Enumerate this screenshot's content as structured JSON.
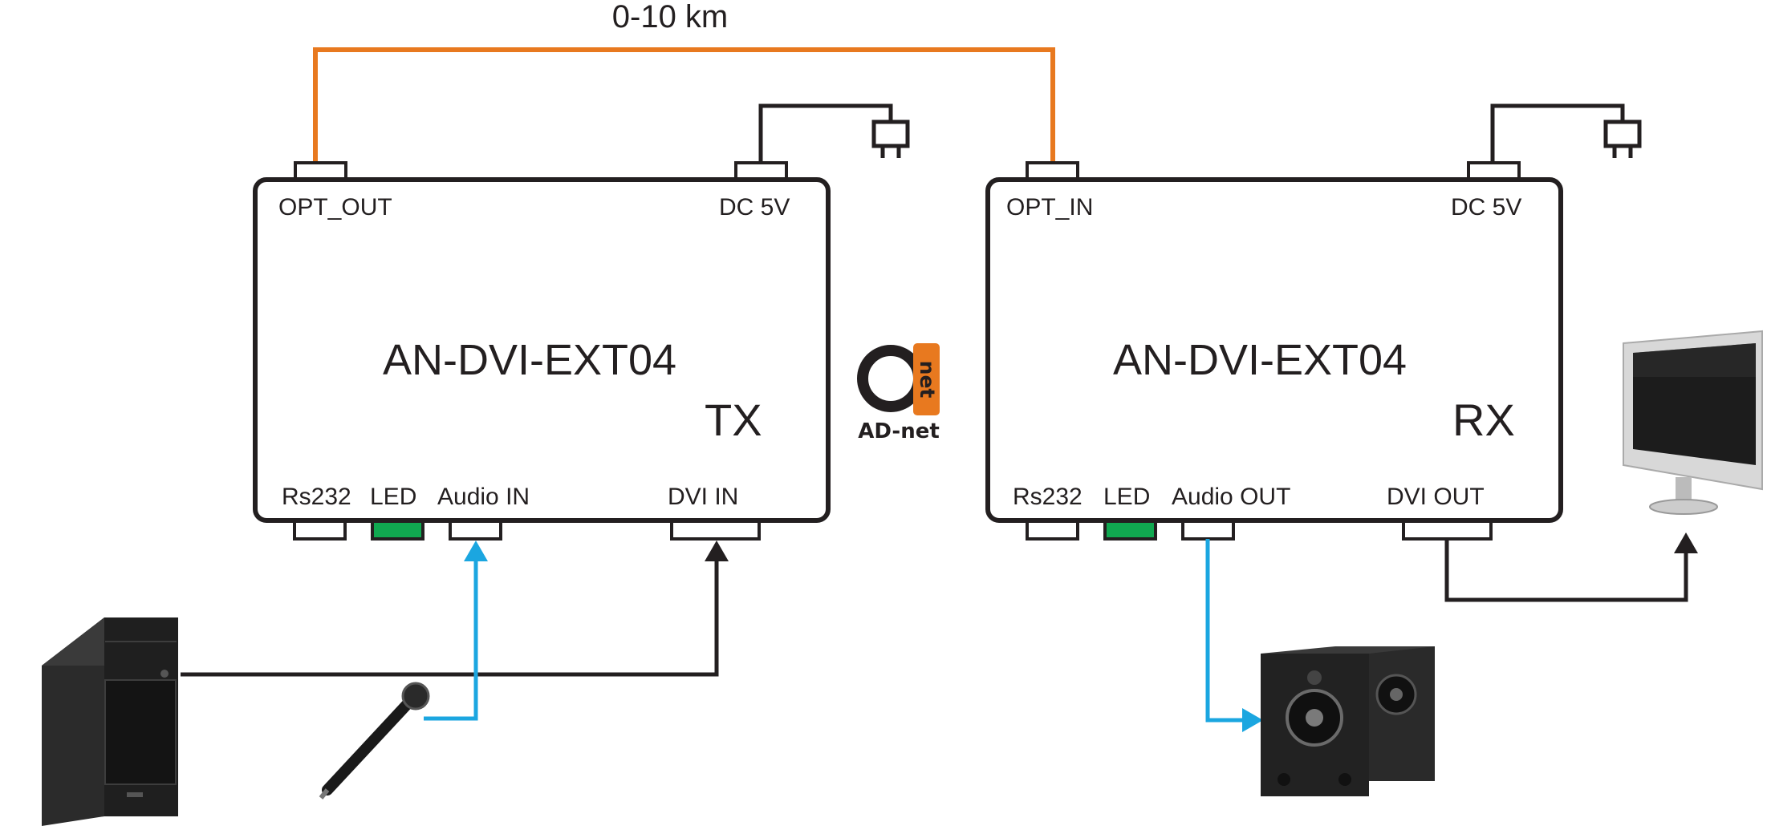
{
  "distance_label": "0-10 km",
  "colors": {
    "fiber": "#e8791f",
    "audio": "#1ba6e0",
    "video": "#231f20",
    "led": "#10a850",
    "logo_accent": "#e8791f"
  },
  "logo": {
    "badge": "net",
    "name": "AD-net"
  },
  "transmitter": {
    "model": "AN-DVI-EXT04",
    "role": "TX",
    "ports": {
      "optical": "OPT_OUT",
      "power": "DC 5V",
      "serial": "Rs232",
      "led": "LED",
      "audio": "Audio IN",
      "video": "DVI IN"
    }
  },
  "receiver": {
    "model": "AN-DVI-EXT04",
    "role": "RX",
    "ports": {
      "optical": "OPT_IN",
      "power": "DC 5V",
      "serial": "Rs232",
      "led": "LED",
      "audio": "Audio OUT",
      "video": "DVI OUT"
    }
  },
  "devices": {
    "source": "pc-tower",
    "microphone": "microphone",
    "display": "monitor",
    "speakers": "speakers"
  }
}
